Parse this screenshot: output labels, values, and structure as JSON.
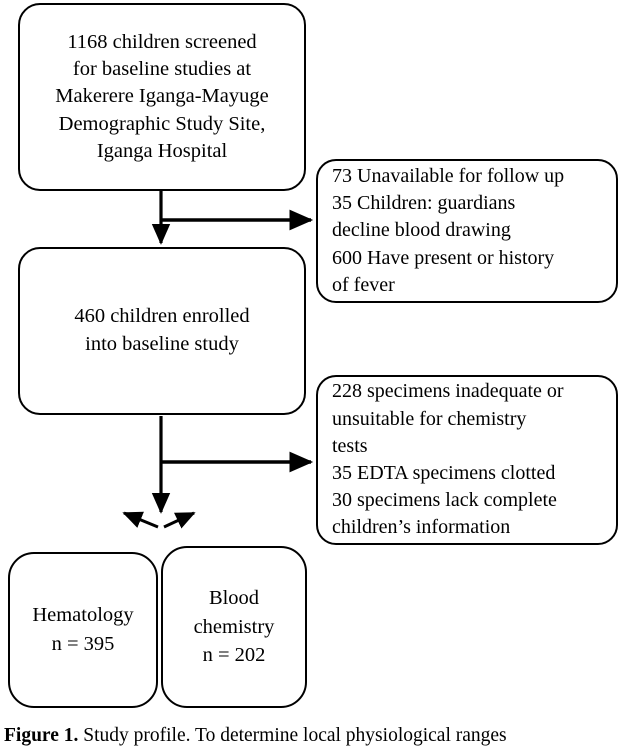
{
  "figure": {
    "caption_label": "Figure 1.",
    "caption_text": " Study profile. To determine local physiological ranges",
    "type": "flowchart",
    "orientation": "top-down",
    "stroke_color": "#000000",
    "fill_color": "#ffffff"
  },
  "nodes": {
    "screened": {
      "id": "screened",
      "role": "cohort",
      "count": 1168,
      "lines": [
        "1168 children screened",
        "for baseline studies at",
        "Makerere Iganga-Mayuge",
        "Demographic Study Site,",
        "Iganga Hospital"
      ]
    },
    "enrolled": {
      "id": "enrolled",
      "role": "cohort",
      "count": 460,
      "lines": [
        "460 children enrolled",
        "into baseline study"
      ]
    },
    "exclusion_1": {
      "id": "exclusion-1",
      "role": "exclusions",
      "lines": [
        "73 Unavailable for follow up",
        "35 Children: guardians",
        "decline blood drawing",
        "600 Have present or history",
        "of fever"
      ],
      "reasons": [
        {
          "n": 73,
          "reason": "Unavailable for follow up"
        },
        {
          "n": 35,
          "reason": "Children: guardians decline blood drawing"
        },
        {
          "n": 600,
          "reason": "Have present or history of fever"
        }
      ]
    },
    "exclusion_2": {
      "id": "exclusion-2",
      "role": "exclusions",
      "lines": [
        "228 specimens inadequate or",
        "unsuitable for chemistry",
        "tests",
        "35 EDTA specimens clotted",
        "30 specimens lack complete",
        "children’s information"
      ],
      "reasons": [
        {
          "n": 228,
          "reason": "specimens inadequate or unsuitable for chemistry tests"
        },
        {
          "n": 35,
          "reason": "EDTA specimens clotted"
        },
        {
          "n": 30,
          "reason": "specimens lack complete children’s information"
        }
      ]
    },
    "hematology": {
      "id": "hematology",
      "role": "outcome",
      "count": 395,
      "lines": [
        "Hematology",
        "n = 395"
      ]
    },
    "chemistry": {
      "id": "chemistry",
      "role": "outcome",
      "count": 202,
      "lines": [
        "Blood",
        "chemistry",
        "n = 202"
      ]
    }
  },
  "edges": [
    {
      "from": "screened",
      "to": "enrolled",
      "kind": "vertical-arrow"
    },
    {
      "from": "screened",
      "to": "exclusion_1",
      "kind": "horizontal-arrow"
    },
    {
      "from": "enrolled",
      "to": "split",
      "kind": "vertical-arrow"
    },
    {
      "from": "enrolled",
      "to": "exclusion_2",
      "kind": "horizontal-arrow"
    },
    {
      "from": "split",
      "to": "hematology",
      "kind": "diagonal-arrow-left"
    },
    {
      "from": "split",
      "to": "chemistry",
      "kind": "diagonal-arrow-right"
    }
  ]
}
